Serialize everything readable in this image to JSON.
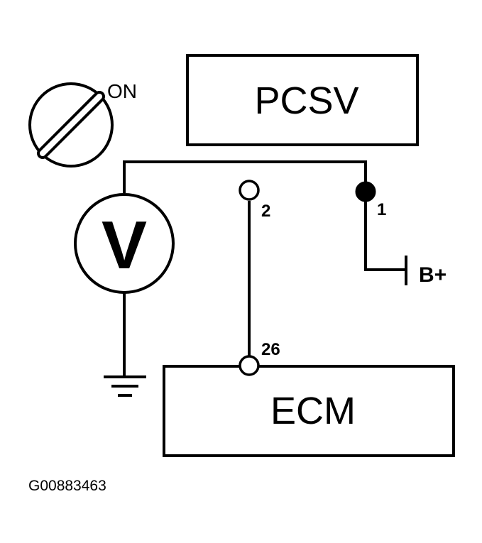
{
  "components": {
    "pcsv_label": "PCSV",
    "ecm_label": "ECM",
    "voltmeter_symbol": "V",
    "ignition_state": "ON",
    "battery_label": "B+"
  },
  "pins": {
    "pcsv_pin_1": "1",
    "pcsv_pin_2": "2",
    "ecm_pin_26": "26"
  },
  "caption": {
    "figure_id": "G00883463"
  },
  "colors": {
    "ink": "#000000",
    "paper": "#ffffff"
  },
  "icons": {
    "ignition_switch": "ignition-switch-icon",
    "voltmeter": "voltmeter-icon",
    "ground": "ground-icon"
  }
}
